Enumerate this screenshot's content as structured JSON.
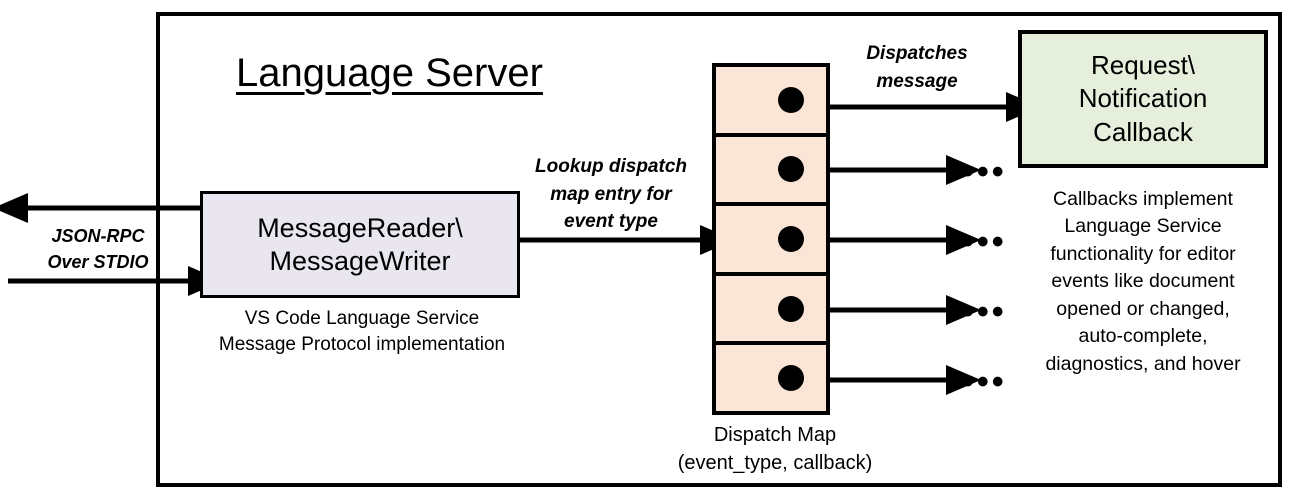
{
  "diagram": {
    "title": "Language Server",
    "outer_frame_name": "language-server-boundary"
  },
  "external_io": {
    "label": "JSON-RPC\nOver STDIO",
    "line1": "JSON-RPC",
    "line2": "Over STDIO"
  },
  "message_io": {
    "box_label": "MessageReader\\\nMessageWriter",
    "box_line1": "MessageReader\\",
    "box_line2": "MessageWriter",
    "caption": "VS Code Language Service\nMessage Protocol implementation",
    "caption_line1": "VS Code Language Service",
    "caption_line2": "Message Protocol implementation",
    "fill_color": "#EAE6F0"
  },
  "lookup_edge": {
    "label": "Lookup dispatch map entry for event type",
    "line1": "Lookup dispatch",
    "line2": "map entry for",
    "line3": "event type"
  },
  "dispatch_map": {
    "caption_line1": "Dispatch Map",
    "caption_line2": "(event_type, callback)",
    "fill_color": "#FBE5D6",
    "entries": [
      {
        "name": "dispatch-entry-1"
      },
      {
        "name": "dispatch-entry-2"
      },
      {
        "name": "dispatch-entry-3"
      },
      {
        "name": "dispatch-entry-4"
      },
      {
        "name": "dispatch-entry-5"
      }
    ]
  },
  "dispatch_edge": {
    "label": "Dispatches message",
    "line1": "Dispatches",
    "line2": "message"
  },
  "callback": {
    "box_line1": "Request\\",
    "box_line2": "Notification",
    "box_line3": "Callback",
    "fill_color": "#E6EEDC",
    "caption": "Callbacks implement Language Service functionality for editor events like document opened or changed, auto-complete, diagnostics, and hover",
    "caption_line1": "Callbacks implement",
    "caption_line2": "Language Service",
    "caption_line3": "functionality for editor",
    "caption_line4": "events like document",
    "caption_line5": "opened or changed,",
    "caption_line6": "auto-complete,",
    "caption_line7": "diagnostics, and hover"
  },
  "ellipses": {
    "glyph": "•••",
    "items": [
      "•••",
      "•••",
      "•••",
      "•••"
    ]
  },
  "colors": {
    "stroke": "#000000",
    "background": "#FFFFFF"
  }
}
